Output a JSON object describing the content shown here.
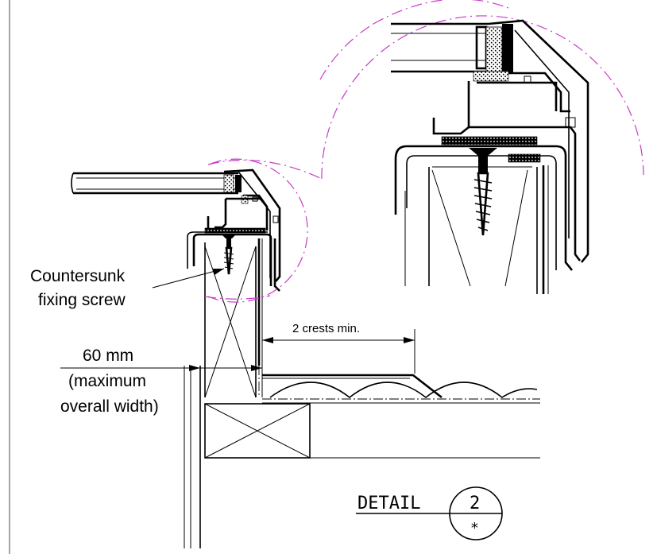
{
  "labels": {
    "screw_line1": "Countersunk",
    "screw_line2": "fixing screw",
    "width_value": "60 mm",
    "width_note1": "(maximum",
    "width_note2": "overall width)",
    "crests": "2 crests min.",
    "detail_word": "DETAIL",
    "detail_number": "2",
    "detail_sheet": "*"
  },
  "colors": {
    "line": "#000000",
    "detail_circle": "#c83cc8",
    "background": "#ffffff"
  }
}
